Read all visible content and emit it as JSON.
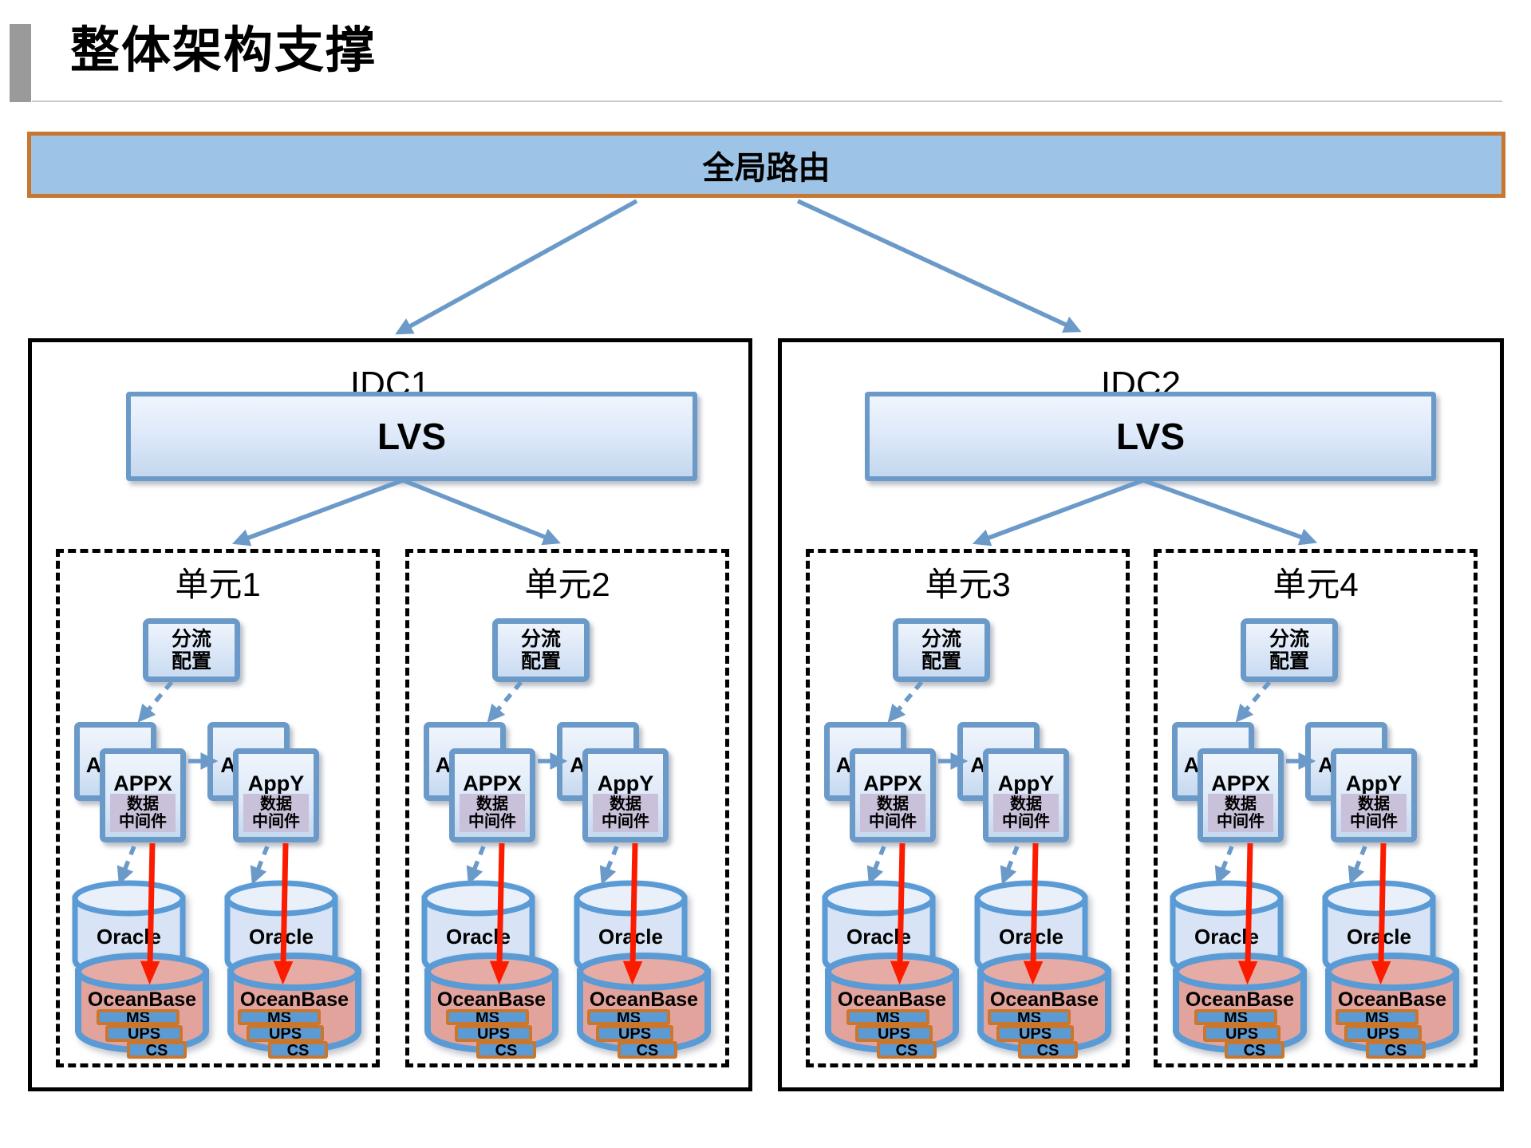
{
  "header": {
    "title": "整体架构支撑"
  },
  "router": {
    "label": "全局路由"
  },
  "idcs": [
    {
      "label": "IDC1",
      "lvs": "LVS"
    },
    {
      "label": "IDC2",
      "lvs": "LVS"
    }
  ],
  "units": [
    {
      "label": "单元1",
      "route": {
        "line1": "分流",
        "line2": "配置"
      },
      "app_x": "APPX",
      "app_y": "AppY",
      "middleware": {
        "line1": "数据",
        "line2": "中间件"
      },
      "oracle": "Oracle",
      "oceanbase": "OceanBase",
      "components": [
        "MS",
        "UPS",
        "CS"
      ]
    },
    {
      "label": "单元2",
      "route": {
        "line1": "分流",
        "line2": "配置"
      },
      "app_x": "APPX",
      "app_y": "AppY",
      "middleware": {
        "line1": "数据",
        "line2": "中间件"
      },
      "oracle": "Oracle",
      "oceanbase": "OceanBase",
      "components": [
        "MS",
        "UPS",
        "CS"
      ]
    },
    {
      "label": "单元3",
      "route": {
        "line1": "分流",
        "line2": "配置"
      },
      "app_x": "APPX",
      "app_y": "AppY",
      "middleware": {
        "line1": "数据",
        "line2": "中间件"
      },
      "oracle": "Oracle",
      "oceanbase": "OceanBase",
      "components": [
        "MS",
        "UPS",
        "CS"
      ]
    },
    {
      "label": "单元4",
      "route": {
        "line1": "分流",
        "line2": "配置"
      },
      "app_x": "APPX",
      "app_y": "AppY",
      "middleware": {
        "line1": "数据",
        "line2": "中间件"
      },
      "oracle": "Oracle",
      "oceanbase": "OceanBase",
      "components": [
        "MS",
        "UPS",
        "CS"
      ]
    }
  ],
  "colors": {
    "router_fill": "#9dc3e6",
    "router_border": "#c9772e",
    "box_border": "#6b9ac9",
    "middleware_fill": "#c9c0d9",
    "oracle_fill": "#d8e4f5",
    "oceanbase_fill": "#e2a39d",
    "bar_fill": "#5b9bd5",
    "bar_border": "#c9772e",
    "arrow_blue": "#6b9ac9",
    "arrow_red": "#fb1c00",
    "idc_border": "#000000",
    "accent_gray": "#9a9a9a"
  }
}
